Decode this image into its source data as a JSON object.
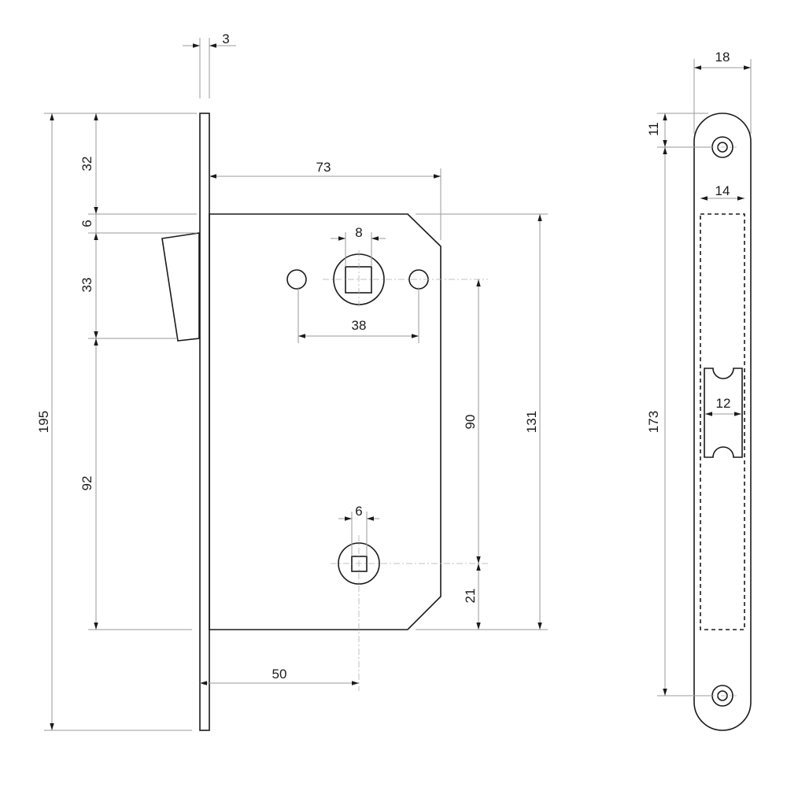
{
  "drawing": {
    "title": "Mortise lock dimension drawing",
    "dimensions": {
      "faceplate_thickness": "3",
      "body_depth": "73",
      "spindle_square": "8",
      "hole_spacing": "38",
      "total_height": "195",
      "top_to_body": "32",
      "body_to_latch": "6",
      "latch_height": "33",
      "latch_to_body_bottom": "92",
      "spindle_to_lower": "90",
      "body_height": "131",
      "lower_to_bottom": "21",
      "backset": "50",
      "lower_square": "6"
    },
    "strike_plate": {
      "width": "18",
      "top_to_screw": "11",
      "screw_spacing": "173",
      "opening_width": "14",
      "latch_cutout": "12"
    }
  }
}
